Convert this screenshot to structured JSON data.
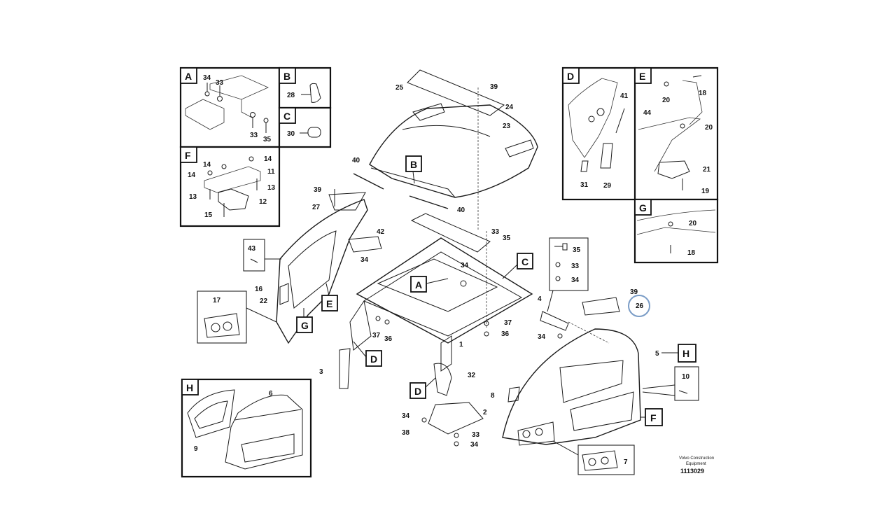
{
  "inset_labels": {
    "A": "A",
    "B": "B",
    "C": "C",
    "D": "D",
    "E": "E",
    "F": "F",
    "G": "G",
    "H": "H"
  },
  "main_labels": {
    "A": "A",
    "B": "B",
    "C": "C",
    "D1": "D",
    "D2": "D",
    "E": "E",
    "F": "F",
    "G": "G",
    "H": "H"
  },
  "callouts": {
    "a34": "34",
    "a33": "33",
    "a33b": "33",
    "a35": "35",
    "b28": "28",
    "c30": "30",
    "f14a": "14",
    "f14b": "14",
    "f14c": "14",
    "f11": "11",
    "f13a": "13",
    "f13b": "13",
    "f12": "12",
    "f15": "15",
    "d41": "41",
    "d31": "31",
    "d29": "29",
    "e20a": "20",
    "e18": "18",
    "e44": "44",
    "e20b": "20",
    "e21": "21",
    "e19": "19",
    "g20": "20",
    "g18": "18",
    "m25": "25",
    "m39a": "39",
    "m24": "24",
    "m23": "23",
    "m40a": "40",
    "m40b": "40",
    "m39b": "39",
    "m27": "27",
    "m42": "42",
    "m34a": "34",
    "m43": "43",
    "m16": "16",
    "m22": "22",
    "m17": "17",
    "m33": "33",
    "m35": "35",
    "m34b": "34",
    "m37a": "37",
    "m36a": "36",
    "m3": "3",
    "m1": "1",
    "m32": "32",
    "m37b": "37",
    "m36b": "36",
    "m34c": "34",
    "m38": "38",
    "m2": "2",
    "m33b": "33",
    "m34d": "34",
    "m35b": "35",
    "m33c": "33",
    "m34e": "34",
    "m4": "4",
    "m34f": "34",
    "m39c": "39",
    "m26": "26",
    "m5": "5",
    "m10": "10",
    "m8": "8",
    "m7": "7",
    "h6": "6",
    "h9": "9"
  },
  "footer": {
    "company": "Volvo Construction",
    "company2": "Equipment",
    "drawing_id": "1113029"
  },
  "highlight": {
    "part": "26",
    "color": "#7a9cc6"
  }
}
